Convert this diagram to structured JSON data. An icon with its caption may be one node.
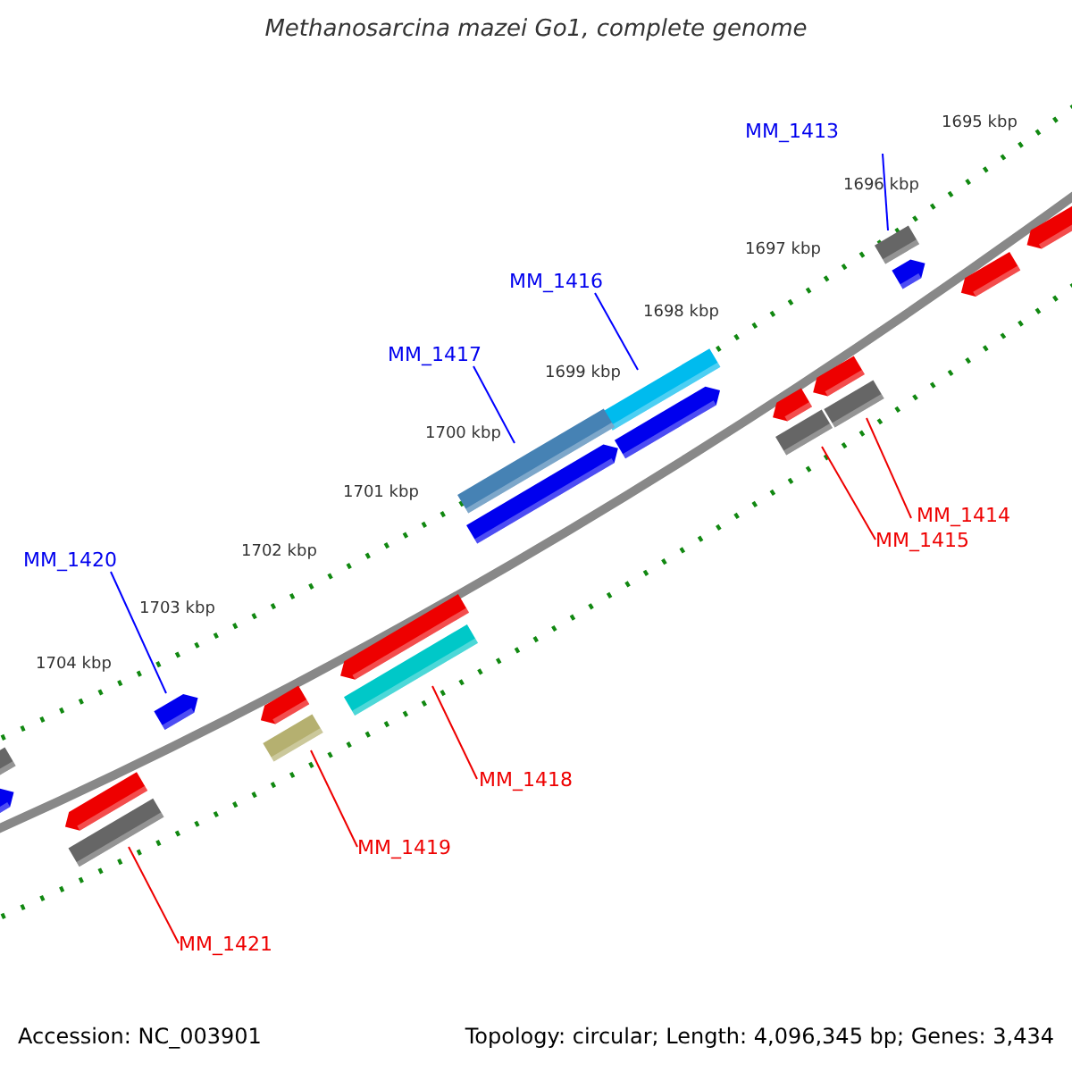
{
  "diagram": {
    "title": "Methanosarcina mazei Go1, complete genome",
    "nodes": [
      {
        "text": [
          "MM_1413"
        ]
      },
      {
        "text": [],
        "shape": "bar"
      },
      {
        "text": [
          "MM_1416"
        ]
      },
      {
        "text": [],
        "shape": "bar"
      },
      {
        "text": [
          "MM_1417"
        ]
      },
      {
        "text": [],
        "shape": "bar"
      },
      {
        "text": [
          "MM_1420"
        ]
      },
      {
        "text": [],
        "shape": "bar"
      },
      {
        "text": [
          "MM_1414"
        ]
      },
      {
        "text": [],
        "shape": "bar"
      },
      {
        "text": [
          "MM_1415"
        ]
      },
      {
        "text": [],
        "shape": "bar"
      },
      {
        "text": [
          "MM_1418"
        ]
      },
      {
        "text": [],
        "shape": "bar"
      },
      {
        "text": [
          "MM_1419"
        ]
      },
      {
        "text": [],
        "shape": "bar"
      },
      {
        "text": [
          "MM_1421"
        ]
      },
      {
        "text": [],
        "shape": "bar"
      }
    ],
    "edges": [
      {
        "from": 0,
        "to": 1,
        "arrow": "none",
        "color": "#0000ff"
      },
      {
        "from": 2,
        "to": 3,
        "arrow": "none",
        "color": "#0000ff"
      },
      {
        "from": 4,
        "to": 5,
        "arrow": "none",
        "color": "#0000ff"
      },
      {
        "from": 6,
        "to": 7,
        "arrow": "none",
        "color": "#0000ff"
      },
      {
        "from": 8,
        "to": 9,
        "arrow": "none"
      },
      {
        "from": 10,
        "to": 11,
        "arrow": "none"
      },
      {
        "from": 12,
        "to": 13,
        "arrow": "none"
      },
      {
        "from": 14,
        "to": 15,
        "arrow": "none"
      },
      {
        "from": 16,
        "to": 17,
        "arrow": "none"
      }
    ],
    "labels": [
      "1695 kbp",
      "1696 kbp",
      "1697 kbp",
      "1698 kbp",
      "1699 kbp",
      "1700 kbp",
      "1701 kbp",
      "1702 kbp",
      "1703 kbp",
      "1704 kbp",
      "Accession: NC_003901",
      "Topology: circular; Length: 4,096,345 bp; Genes: 3,434"
    ]
  }
}
